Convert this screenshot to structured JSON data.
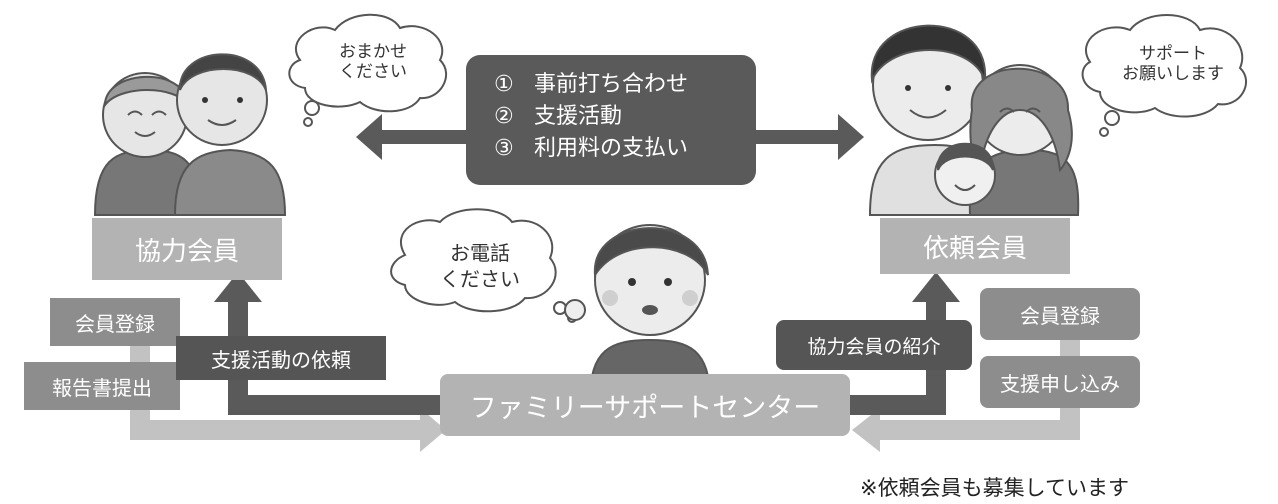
{
  "steps": [
    {
      "num": "①",
      "text": "事前打ち合わせ"
    },
    {
      "num": "②",
      "text": "支援活動"
    },
    {
      "num": "③",
      "text": "利用料の支払い"
    }
  ],
  "left": {
    "member": "協力会員",
    "register": "会員登録",
    "report": "報告書提出",
    "bubble_line1": "おまかせ",
    "bubble_line2": "ください"
  },
  "right": {
    "member": "依頼会員",
    "register": "会員登録",
    "apply": "支援申し込み",
    "bubble_line1": "サポート",
    "bubble_line2": "お願いします"
  },
  "center": {
    "title": "ファミリーサポートセンター",
    "bubble_line1": "お電話",
    "bubble_line2": "ください"
  },
  "arrows": {
    "to_left": "支援活動の依頼",
    "to_right": "協力会員の紹介"
  },
  "note": "※依頼会員も募集しています"
}
